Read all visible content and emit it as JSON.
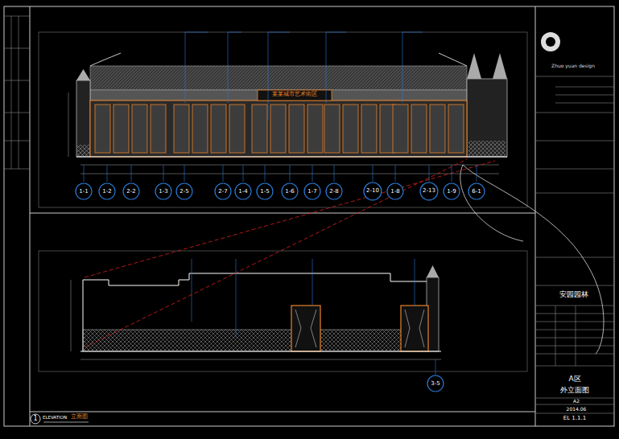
{
  "diagram": {
    "nodes": [
      {
        "text": [
          "1-1"
        ]
      },
      {
        "text": [
          "1-2"
        ]
      },
      {
        "text": [
          "2-2"
        ]
      },
      {
        "text": [
          "1-3"
        ]
      },
      {
        "text": [
          "2-5"
        ]
      },
      {
        "text": [
          "2-7"
        ]
      },
      {
        "text": [
          "1-4"
        ]
      },
      {
        "text": [
          "1-5"
        ]
      },
      {
        "text": [
          "1-6"
        ]
      },
      {
        "text": [
          "1-7"
        ]
      },
      {
        "text": [
          "2-8"
        ]
      },
      {
        "text": [
          "2-10"
        ]
      },
      {
        "text": [
          "1-8"
        ]
      },
      {
        "text": [
          "2-13"
        ]
      },
      {
        "text": [
          "1-9"
        ]
      },
      {
        "text": [
          "6-1"
        ]
      },
      {
        "text": [
          "3-5"
        ]
      }
    ],
    "labels": [
      "某某城市艺术街区",
      "Zhuo yuan design",
      "安园园林",
      "A区",
      "外立面图",
      "A2",
      "2014.06",
      "EL 1.1.1",
      "1",
      "ELEVATION",
      "立面图"
    ]
  }
}
